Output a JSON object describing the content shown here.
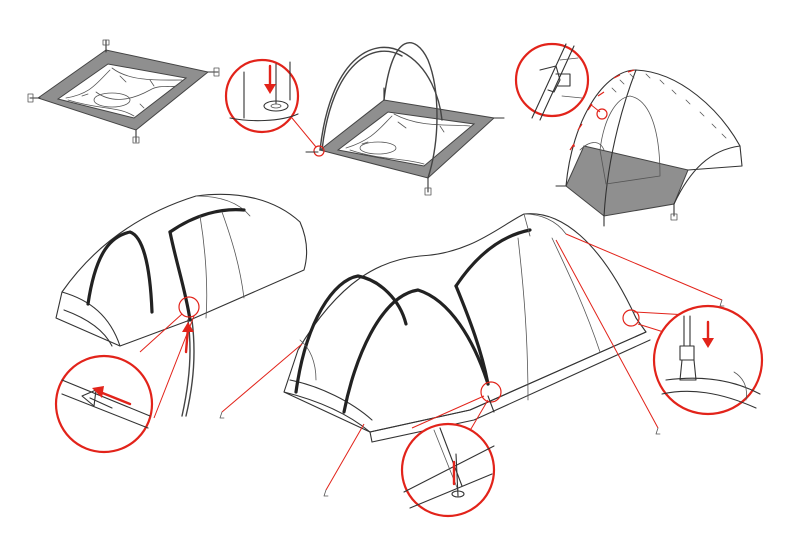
{
  "figure": {
    "kind": "tent-assembly-instructions",
    "text_labels": [],
    "colors": {
      "ink": "#333333",
      "callout_red": "#e2231a",
      "floor_grey": "#8f8f8f",
      "background": "#ffffff"
    },
    "steps": [
      {
        "id": "step-1",
        "content": "lay-out-tent-inner-with-stakes"
      },
      {
        "id": "step-2",
        "content": "insert-crossed-poles-into-corner-grommets"
      },
      {
        "id": "step-3",
        "content": "attach-clips-to-poles"
      },
      {
        "id": "step-4",
        "content": "insert-fly-pole-through-sleeve"
      },
      {
        "id": "step-5",
        "content": "cover-with-fly-and-secure-buckles-and-stakes"
      }
    ],
    "icons": [
      "arrow-icon",
      "grommet-icon",
      "clip-icon",
      "buckle-icon",
      "stake-icon",
      "sleeve-icon"
    ]
  }
}
